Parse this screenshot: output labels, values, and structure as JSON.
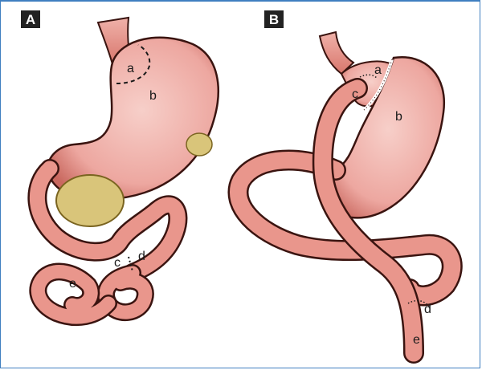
{
  "panels": [
    {
      "tag": "A",
      "labels": {
        "a": "a",
        "b": "b",
        "c": "c",
        "d": "d",
        "e": "e"
      }
    },
    {
      "tag": "B",
      "labels": {
        "a": "a",
        "b": "b",
        "c": "c",
        "d": "d",
        "e": "e"
      }
    }
  ],
  "colors": {
    "stomach": "#eda7a0",
    "stomach_shade": "#c9685f",
    "intestine": "#e9968c",
    "outline": "#3a1410",
    "fat": "#d9c57a",
    "frame": "#3f7fc0",
    "tag_bg": "#222222"
  }
}
